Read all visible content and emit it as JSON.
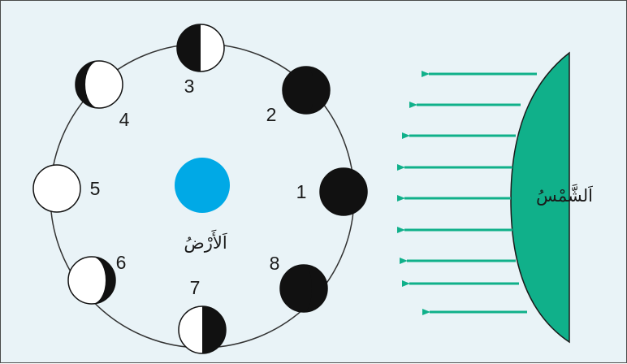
{
  "labels": {
    "earth": "اَلأَرْضُ",
    "sun": "اَلشَّمْسُ"
  },
  "phase_numbers": [
    "1",
    "2",
    "3",
    "4",
    "5",
    "6",
    "7",
    "8"
  ],
  "colors": {
    "background": "#e9f3f7",
    "earth": "#00a9e6",
    "sun": "#10b08a",
    "arrows": "#10b08a",
    "moon_dark": "#111111",
    "moon_light": "#ffffff"
  }
}
